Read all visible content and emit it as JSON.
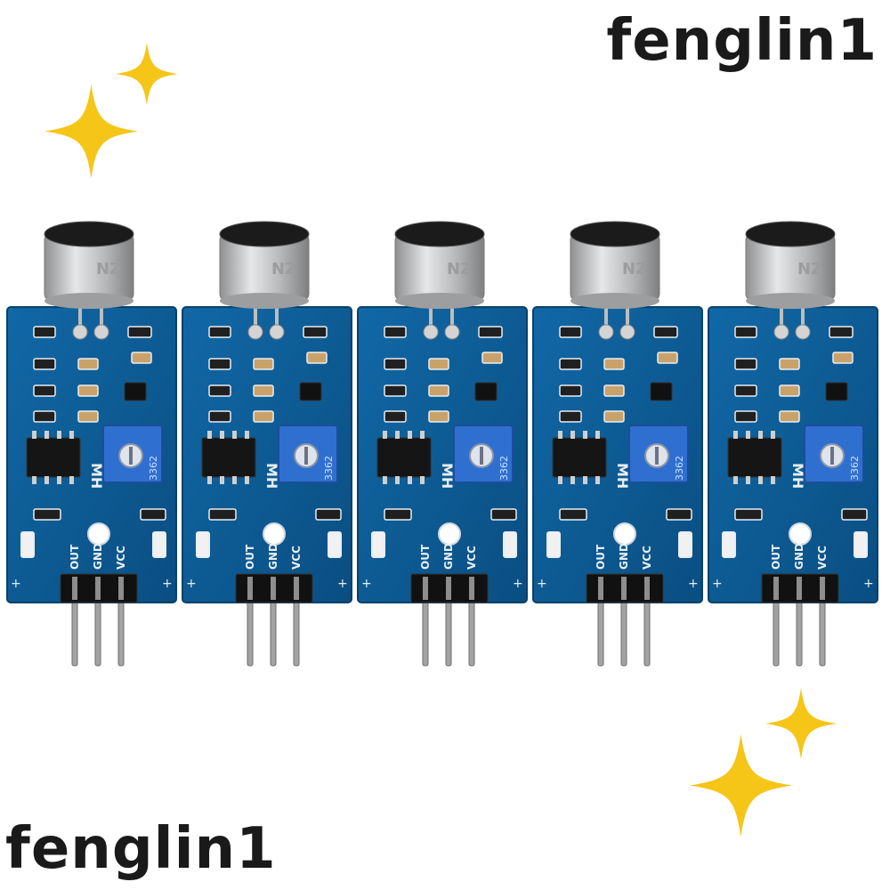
{
  "watermark": {
    "top_text": "fenglin1",
    "bottom_text": "fenglin1"
  },
  "product": {
    "module_count": 5,
    "pin_labels": [
      "OUT",
      "GND",
      "VCC"
    ],
    "mic_marking": "NZ",
    "pot_marking": "3362",
    "chip_marking": "MH"
  },
  "colors": {
    "pcb": "#0d5c93",
    "pcb_edge": "#08416b",
    "pot": "#2f6fd0",
    "mic_metal": "#c9cbcc",
    "mic_top": "#1b1b1b",
    "pin_metal": "#9a9a9a",
    "header_black": "#111111",
    "star": "#f5c518",
    "silk": "#e8eef4"
  },
  "icons": [
    "sparkle-star-icon"
  ]
}
